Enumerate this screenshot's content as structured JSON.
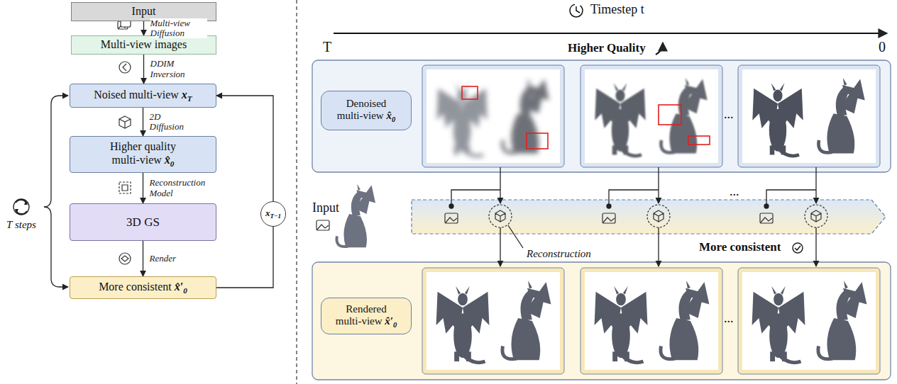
{
  "diagram": {
    "nodes": [
      {
        "text": [
          "Input"
        ]
      },
      {
        "text": [
          "Multi-view images"
        ]
      },
      {
        "text": [
          "Noised multi-view",
          "x",
          "T"
        ]
      },
      {
        "text": [
          "Higher quality multi-view",
          "x̂",
          "0"
        ]
      },
      {
        "text": [
          "3D GS"
        ]
      },
      {
        "text": [
          "More consistent",
          "x̂′",
          "0"
        ]
      },
      {
        "text": [
          "x",
          "T−1"
        ]
      },
      {
        "text": [
          "Denoised multi-view",
          "x̂",
          "0"
        ]
      },
      {
        "text": [
          "Rendered multi-view",
          "x̂′",
          "0"
        ]
      }
    ],
    "edges": [
      {
        "from": 0,
        "to": 1,
        "label": "Multi-view Diffusion",
        "arrow": "to"
      },
      {
        "from": 1,
        "to": 2,
        "label": "DDIM Inversion",
        "arrow": "to"
      },
      {
        "from": 2,
        "to": 3,
        "label": "2D Diffusion",
        "arrow": "to"
      },
      {
        "from": 3,
        "to": 4,
        "label": "Reconstruction Model",
        "arrow": "to"
      },
      {
        "from": 4,
        "to": 5,
        "label": "Render",
        "arrow": "to"
      },
      {
        "from": 5,
        "to": 6,
        "arrow": "none"
      },
      {
        "from": 6,
        "to": 2,
        "arrow": "to"
      }
    ],
    "labels": [
      "T steps",
      "Timestep t",
      "T",
      "0",
      "Higher Quality",
      "Input",
      "Reconstruction",
      "More consistent",
      "...",
      "...",
      "..."
    ]
  }
}
